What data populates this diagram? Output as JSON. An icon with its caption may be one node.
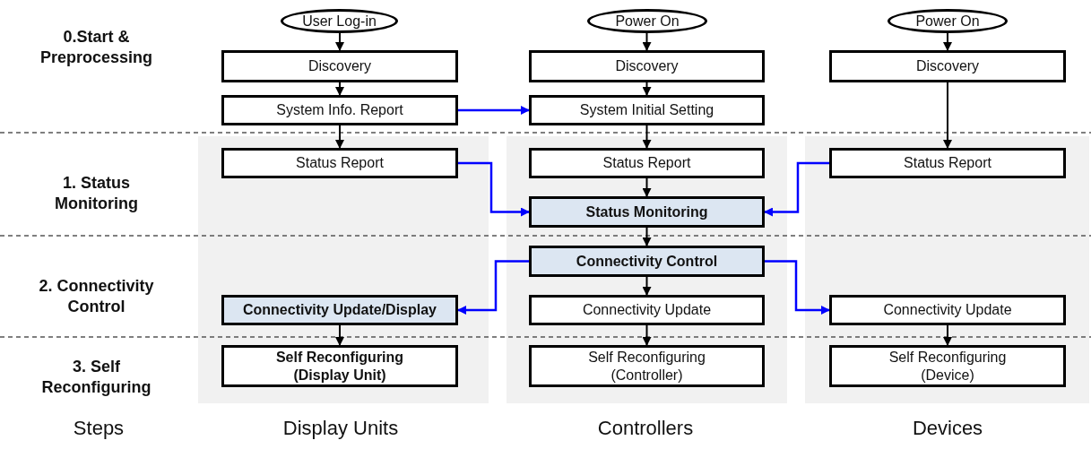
{
  "diagram": {
    "nodes": [
      {
        "text": [
          "User Log-in"
        ]
      },
      {
        "text": [
          "Discovery"
        ]
      },
      {
        "text": [
          "System Info. Report"
        ]
      },
      {
        "text": [
          "Status Report"
        ]
      },
      {
        "text": [
          "Connectivity Update/Display"
        ]
      },
      {
        "text": [
          "Self Reconfiguring (Display Unit)"
        ]
      },
      {
        "text": [
          "Power On"
        ]
      },
      {
        "text": [
          "Discovery"
        ]
      },
      {
        "text": [
          "System Initial Setting"
        ]
      },
      {
        "text": [
          "Status Report"
        ]
      },
      {
        "text": [
          "Status Monitoring"
        ]
      },
      {
        "text": [
          "Connectivity Control"
        ]
      },
      {
        "text": [
          "Connectivity Update"
        ]
      },
      {
        "text": [
          "Self Reconfiguring (Controller)"
        ]
      },
      {
        "text": [
          "Power On"
        ]
      },
      {
        "text": [
          "Discovery"
        ]
      },
      {
        "text": [
          "Status Report"
        ]
      },
      {
        "text": [
          "Connectivity Update"
        ]
      },
      {
        "text": [
          "Self Reconfiguring (Device)"
        ]
      }
    ],
    "edges": [
      {
        "from": 0,
        "to": 1,
        "arrow": "to"
      },
      {
        "from": 1,
        "to": 2,
        "arrow": "to"
      },
      {
        "from": 2,
        "to": 3,
        "arrow": "to"
      },
      {
        "from": 4,
        "to": 5,
        "arrow": "to"
      },
      {
        "from": 6,
        "to": 7,
        "arrow": "to"
      },
      {
        "from": 7,
        "to": 8,
        "arrow": "to"
      },
      {
        "from": 8,
        "to": 9,
        "arrow": "to"
      },
      {
        "from": 9,
        "to": 10,
        "arrow": "to"
      },
      {
        "from": 10,
        "to": 11,
        "arrow": "to"
      },
      {
        "from": 11,
        "to": 12,
        "arrow": "to"
      },
      {
        "from": 12,
        "to": 13,
        "arrow": "to"
      },
      {
        "from": 14,
        "to": 15,
        "arrow": "to"
      },
      {
        "from": 15,
        "to": 16,
        "arrow": "to"
      },
      {
        "from": 17,
        "to": 18,
        "arrow": "to"
      },
      {
        "from": 2,
        "to": 8,
        "arrow": "to",
        "color": "#0000ff"
      },
      {
        "from": 3,
        "to": 10,
        "arrow": "to",
        "color": "#0000ff"
      },
      {
        "from": 16,
        "to": 10,
        "arrow": "to",
        "color": "#0000ff"
      },
      {
        "from": 11,
        "to": 4,
        "arrow": "to",
        "color": "#0000ff"
      },
      {
        "from": 11,
        "to": 17,
        "arrow": "to",
        "color": "#0000ff"
      }
    ],
    "labels": [
      "0.Start & Preprocessing",
      "1. Status Monitoring",
      "2. Connectivity Control",
      "3. Self Reconfiguring",
      "Steps",
      "Display Units",
      "Controllers",
      "Devices"
    ]
  }
}
